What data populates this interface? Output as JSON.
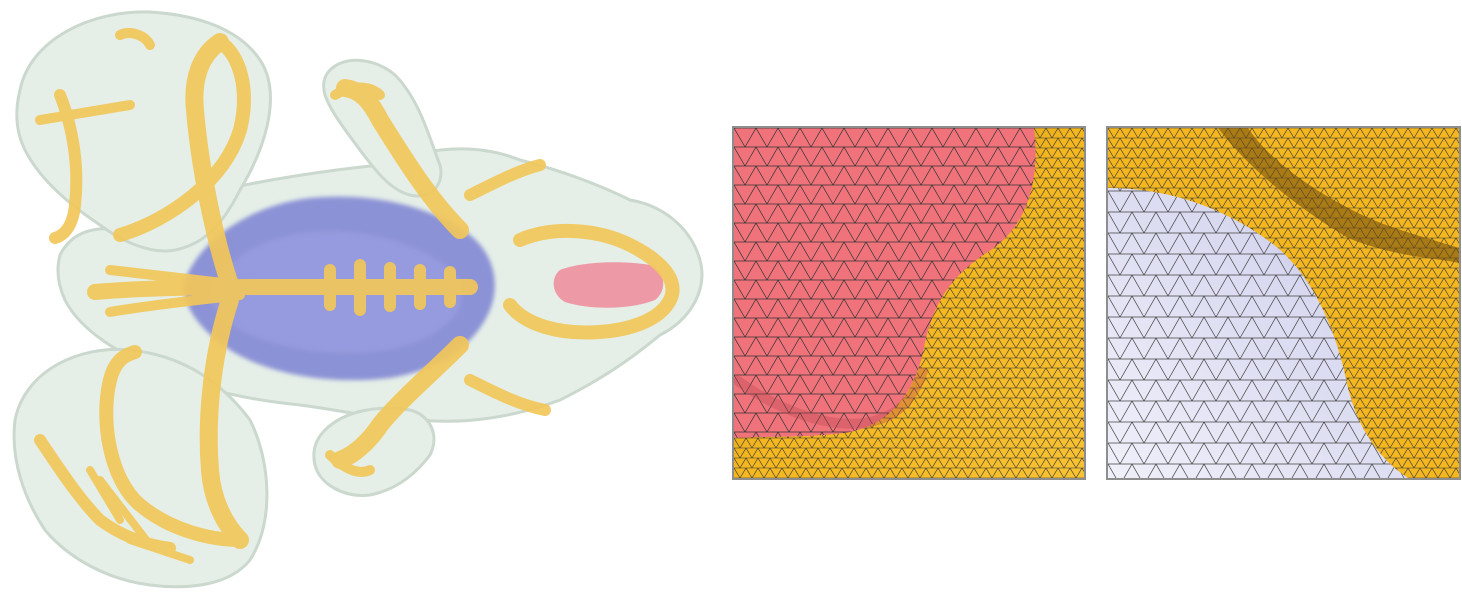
{
  "figure": {
    "left_panel": "frog-segmentation-render",
    "right_panels": [
      "mesh-closeup-red-yellow",
      "mesh-closeup-blue-yellow"
    ],
    "colors": {
      "skin": "#e4efe6",
      "bone": "#f2c75a",
      "organ_blue": "#6f74d0",
      "organ_red": "#f08a9a",
      "mesh_red": "#f0737b",
      "mesh_yellow": "#f4b71f",
      "mesh_lavender": "#d8d8f0",
      "wire": "#333333",
      "frame": "#8e8e8e"
    },
    "icons": {
      "left": "frog-3d-icon",
      "mid": "mesh-red-yellow-icon",
      "right": "mesh-blue-yellow-icon"
    }
  }
}
